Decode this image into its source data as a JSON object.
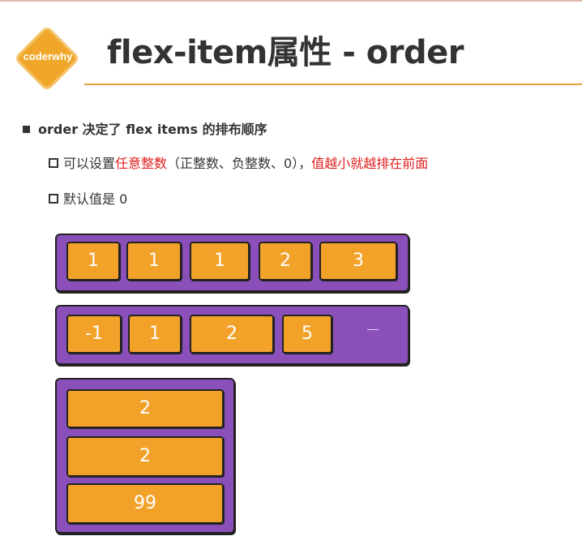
{
  "header": {
    "logo_text": "coderwhy",
    "title": "flex-item属性 - order"
  },
  "bullets": {
    "main": "order 决定了 flex items 的排布顺序",
    "sub1": {
      "part1": "可以设置",
      "part2": "任意整数",
      "part3": "（正整数、负整数、0），",
      "part4": "值越小就越排在前面"
    },
    "sub2": "默认值是 0"
  },
  "colors": {
    "accent": "#f3a229",
    "container": "#8a4fb8",
    "highlight": "#e02020",
    "rule": "#e8a33c"
  },
  "diagrams": {
    "row1": [
      "1",
      "1",
      "1",
      "2",
      "3"
    ],
    "row2": [
      "-1",
      "1",
      "2",
      "5"
    ],
    "column": [
      "2",
      "2",
      "99"
    ]
  }
}
